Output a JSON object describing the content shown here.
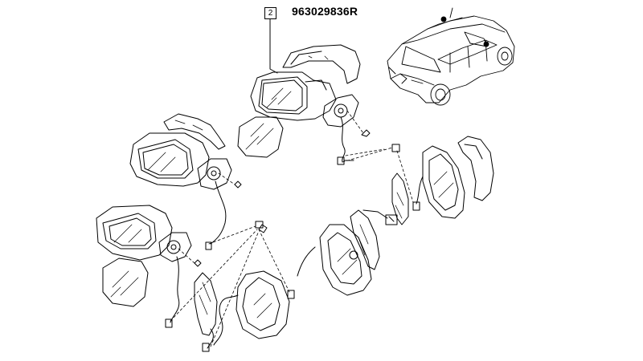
{
  "callout": {
    "number": "2"
  },
  "part": {
    "number": "963029836R"
  },
  "colors": {
    "line": "#000000",
    "background": "#ffffff"
  },
  "components": [
    "mirror-assembly-top",
    "mirror-assembly-middle",
    "mirror-assembly-left",
    "mirror-glass",
    "mirror-cover",
    "indicator-lens",
    "vehicle-illustration",
    "wiring-connector",
    "clip"
  ]
}
